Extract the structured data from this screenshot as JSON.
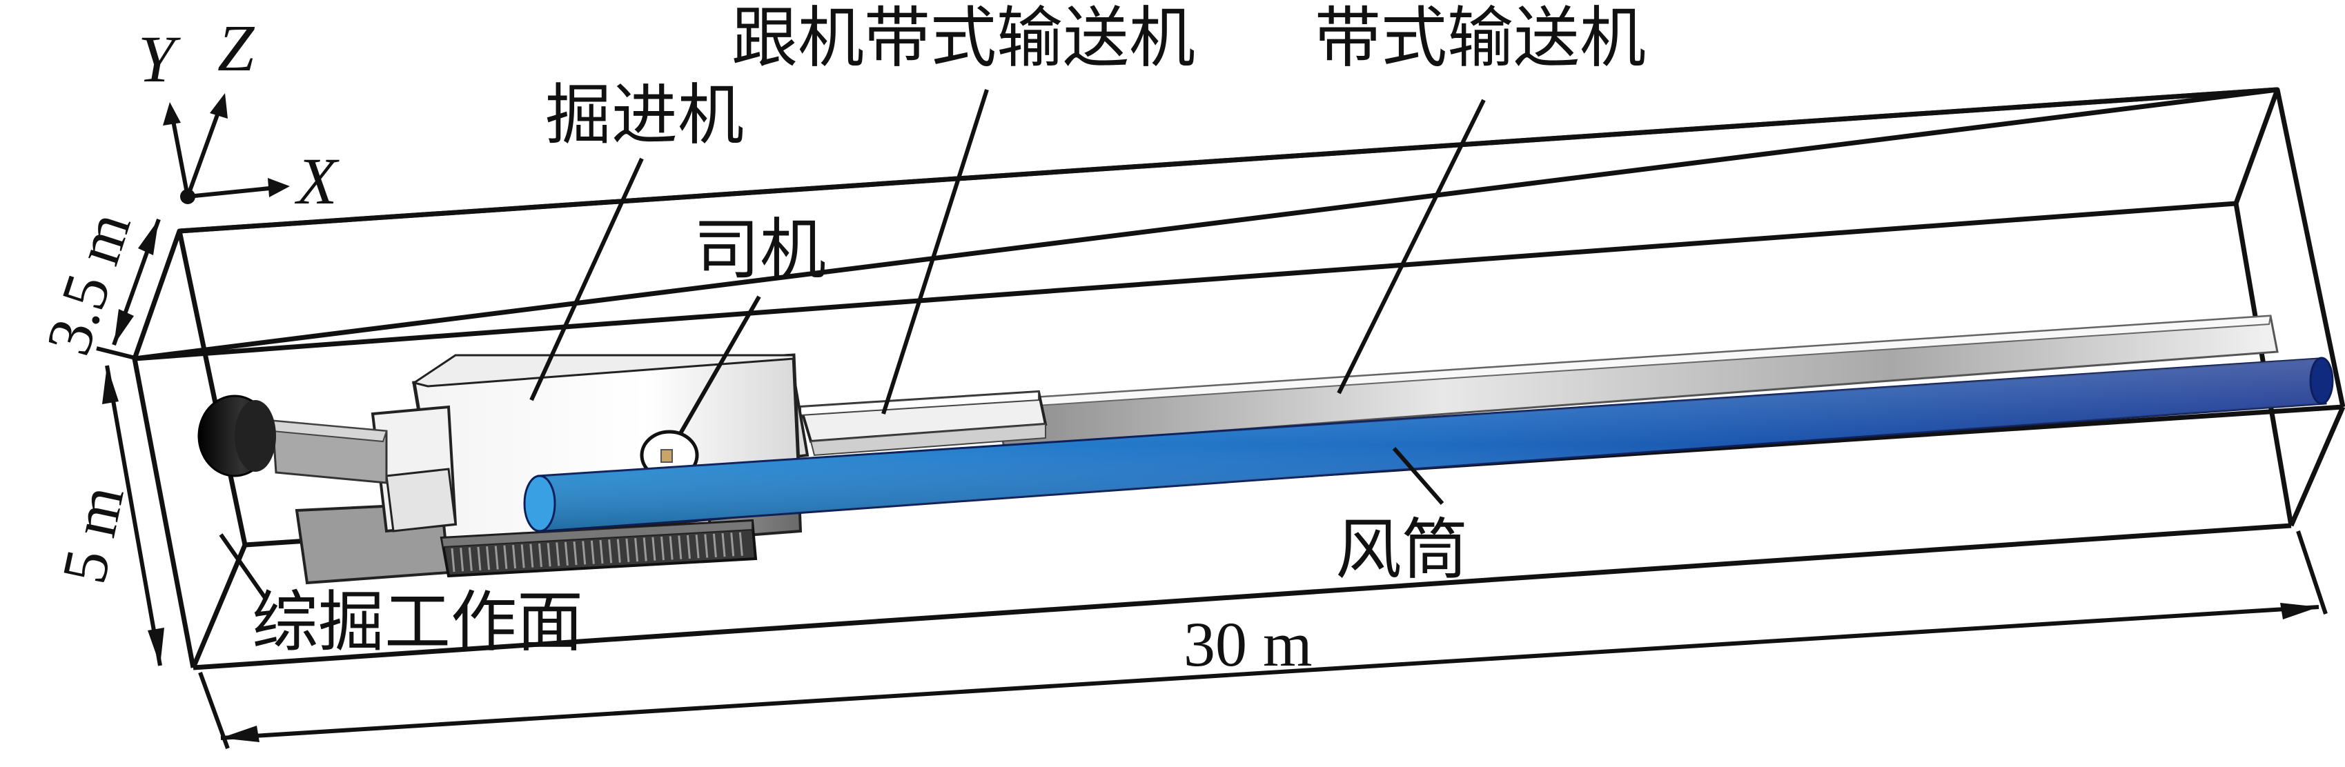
{
  "labels": {
    "roadheader": "掘进机",
    "bridge_conveyor": "跟机带式输送机",
    "belt_conveyor": "带式输送机",
    "driver": "司机",
    "duct": "风筒",
    "working_face": "综掘工作面"
  },
  "dimensions": {
    "length": "30 m",
    "height": "5 m",
    "width": "3.5 m"
  },
  "axes": {
    "x": "X",
    "y": "Y",
    "z": "Z"
  },
  "colors": {
    "duct_light": "#2a8fd6",
    "duct_dark": "#14308c",
    "outline": "#111111",
    "machine_gray": "#bfbfbf"
  }
}
